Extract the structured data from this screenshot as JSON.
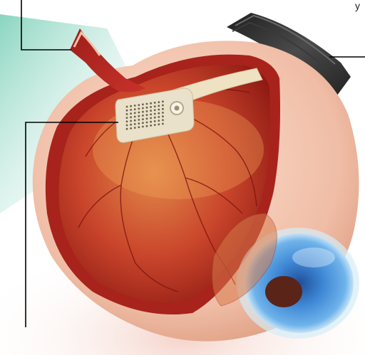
{
  "figure": {
    "partial_label_fragment": "y",
    "colors": {
      "background_teal": "#7fd0b8",
      "background_pink": "#f6d7cf",
      "sclera": "#f2c4ad",
      "sclera_cut": "#e9a98f",
      "choroid_red": "#b8201a",
      "retina_orange": "#e0823a",
      "vitreous_red": "#c6402a",
      "iris_blue": "#3f88d6",
      "pupil": "#5a2418",
      "implant_chip": "#e9e1c9",
      "implant_cable": "#efe2c2",
      "camera_dark": "#2d2d2d",
      "leader_line": "#000000"
    },
    "components": [
      "optic-nerve",
      "retinal-implant-chip",
      "implant-cable",
      "external-camera",
      "cornea",
      "iris",
      "lens"
    ]
  }
}
